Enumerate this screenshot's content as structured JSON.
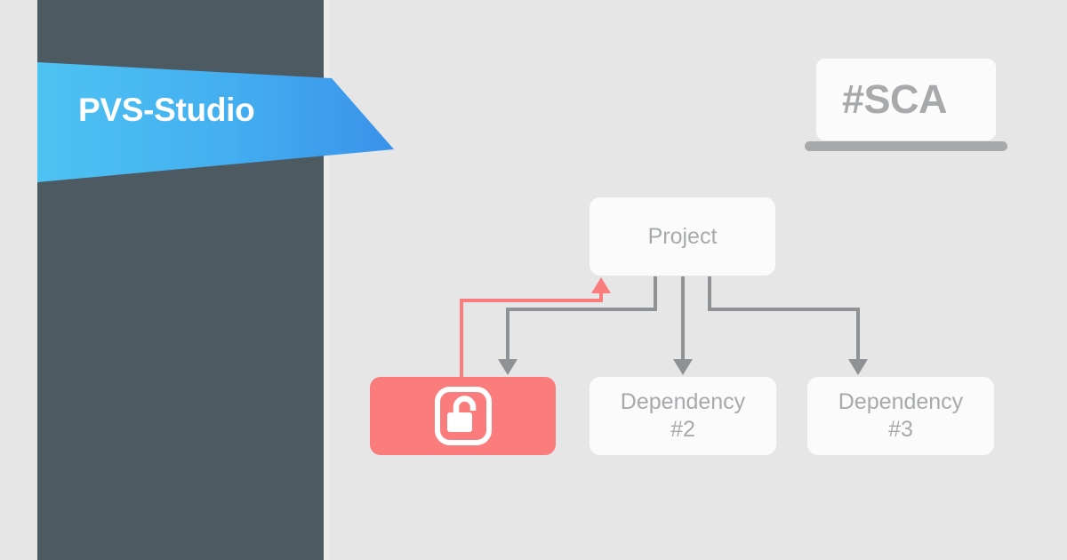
{
  "brand": {
    "ribbon_label": "PVS-Studio",
    "ribbon_gradient_start": "#4ec3f2",
    "ribbon_gradient_end": "#3a92ea",
    "panel_color": "#4d5a61",
    "background_color": "#e6e6e6"
  },
  "badge": {
    "label": "#SCA",
    "text_color": "#a7a9ab",
    "screen_color": "#fbfbfb",
    "base_color": "#a7a9ab",
    "icon": "laptop-icon"
  },
  "diagram": {
    "nodes": {
      "project": {
        "label": "Project",
        "fill": "#fbfbfb",
        "text_color": "#a7a9ab"
      },
      "vulnerable_dependency": {
        "label": "",
        "fill": "#fb7c7c",
        "icon": "open-lock-icon",
        "icon_color": "#ffffff"
      },
      "dependency_2": {
        "label_line1": "Dependency",
        "label_line2": "#2",
        "fill": "#fbfbfb",
        "text_color": "#a7a9ab"
      },
      "dependency_3": {
        "label_line1": "Dependency",
        "label_line2": "#3",
        "fill": "#fbfbfb",
        "text_color": "#a7a9ab"
      }
    },
    "edges": {
      "project_to_dep1": {
        "color": "#8e9295",
        "direction": "down",
        "from": "project",
        "to": "vulnerable_dependency"
      },
      "project_to_dep2": {
        "color": "#8e9295",
        "direction": "down",
        "from": "project",
        "to": "dependency_2"
      },
      "project_to_dep3": {
        "color": "#8e9295",
        "direction": "down",
        "from": "project",
        "to": "dependency_3"
      },
      "vulnerability_to_project": {
        "color": "#fb7c7c",
        "direction": "up",
        "from": "vulnerable_dependency",
        "to": "project"
      }
    }
  }
}
